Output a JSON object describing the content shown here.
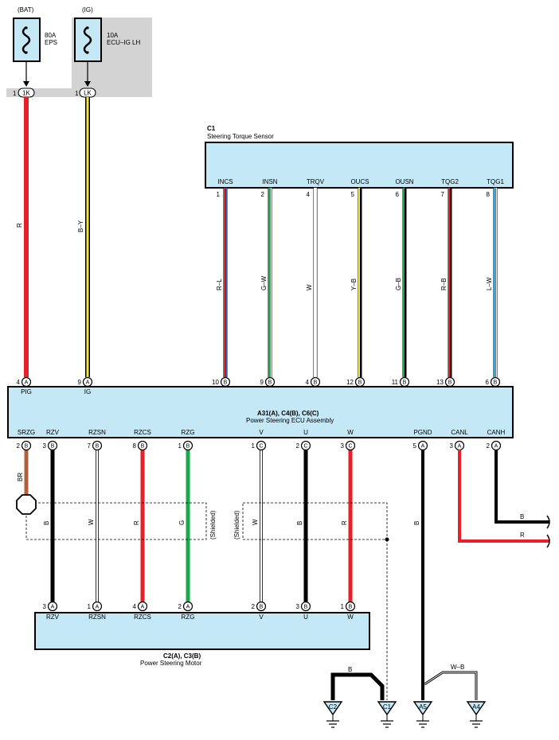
{
  "fuses": [
    {
      "source": "(BAT)",
      "rating": "80A",
      "name": "EPS",
      "pin_no": "1",
      "connector": "1K"
    },
    {
      "source": "(IG)",
      "rating": "10A",
      "name": "ECU–IG LH",
      "pin_no": "1",
      "connector": "LK"
    }
  ],
  "feed_wires": [
    {
      "color_label": "R",
      "color": "#e8202a"
    },
    {
      "color_label": "B–Y",
      "color_stripe": "#f5e640",
      "color": "#000000"
    }
  ],
  "sensor": {
    "id": "C1",
    "title": "Steering Torque Sensor",
    "pins": [
      {
        "name": "INCS",
        "num": "1",
        "wire": "R–L",
        "ecu_pin": "10",
        "ecu_conn": "B",
        "c1": "#e8202a",
        "c2": "#3a7fd6"
      },
      {
        "name": "INSN",
        "num": "2",
        "wire": "G–W",
        "ecu_pin": "9",
        "ecu_conn": "B",
        "c1": "#1aa84a",
        "c2": "#ffffff"
      },
      {
        "name": "TRQV",
        "num": "4",
        "wire": "W",
        "ecu_pin": "4",
        "ecu_conn": "B",
        "c1": "#ffffff",
        "c2": "#ffffff"
      },
      {
        "name": "OUCS",
        "num": "5",
        "wire": "Y–B",
        "ecu_pin": "12",
        "ecu_conn": "B",
        "c1": "#f5e640",
        "c2": "#000000"
      },
      {
        "name": "OUSN",
        "num": "6",
        "wire": "G–B",
        "ecu_pin": "11",
        "ecu_conn": "B",
        "c1": "#1aa84a",
        "c2": "#000000"
      },
      {
        "name": "TQG2",
        "num": "7",
        "wire": "R–B",
        "ecu_pin": "13",
        "ecu_conn": "B",
        "c1": "#e8202a",
        "c2": "#000000"
      },
      {
        "name": "TQG1",
        "num": "8",
        "wire": "L–W",
        "ecu_pin": "6",
        "ecu_conn": "B",
        "c1": "#2aa8e0",
        "c2": "#ffffff"
      }
    ]
  },
  "ecu": {
    "id": "A31(A), C4(B), C6(C)",
    "title": "Power Steering ECU Assembly",
    "top_left_pins": [
      {
        "name": "PIG",
        "num": "4",
        "conn": "A"
      },
      {
        "name": "IG",
        "num": "9",
        "conn": "A"
      }
    ],
    "bottom_pins": [
      {
        "name": "SRZG",
        "num": "2",
        "conn": "B",
        "wire": "BR",
        "color": "#b0603a"
      },
      {
        "name": "RZV",
        "num": "3",
        "conn": "B",
        "wire": "B",
        "color": "#000000"
      },
      {
        "name": "RZSN",
        "num": "7",
        "conn": "B",
        "wire": "W",
        "color": "#ffffff"
      },
      {
        "name": "RZCS",
        "num": "8",
        "conn": "B",
        "wire": "R",
        "color": "#e8202a"
      },
      {
        "name": "RZG",
        "num": "1",
        "conn": "B",
        "wire": "G",
        "color": "#1aa84a"
      },
      {
        "name": "V",
        "num": "1",
        "conn": "C",
        "wire": "W",
        "color": "#ffffff"
      },
      {
        "name": "U",
        "num": "2",
        "conn": "C",
        "wire": "B",
        "color": "#000000"
      },
      {
        "name": "W",
        "num": "3",
        "conn": "C",
        "wire": "R",
        "color": "#e8202a"
      },
      {
        "name": "PGND",
        "num": "5",
        "conn": "A",
        "wire": "B",
        "color": "#000000"
      },
      {
        "name": "CANL",
        "num": "3",
        "conn": "A",
        "wire": "R",
        "color": "#e8202a"
      },
      {
        "name": "CANH",
        "num": "2",
        "conn": "A",
        "wire": "B",
        "color": "#000000"
      }
    ]
  },
  "motor": {
    "id": "C2(A), C3(B)",
    "title": "Power Steering Motor",
    "pins": [
      {
        "name": "RZV",
        "num": "3",
        "conn": "A"
      },
      {
        "name": "RZSN",
        "num": "1",
        "conn": "A"
      },
      {
        "name": "RZCS",
        "num": "4",
        "conn": "A"
      },
      {
        "name": "RZG",
        "num": "2",
        "conn": "A"
      },
      {
        "name": "V",
        "num": "2",
        "conn": "B"
      },
      {
        "name": "U",
        "num": "3",
        "conn": "B"
      },
      {
        "name": "W",
        "num": "1",
        "conn": "B"
      }
    ]
  },
  "shield_label": "(Shielded)",
  "grounds": [
    {
      "name": "C2",
      "wire": "B"
    },
    {
      "name": "C1"
    },
    {
      "name": "A5"
    },
    {
      "name": "A4",
      "wire": "W–B"
    }
  ]
}
